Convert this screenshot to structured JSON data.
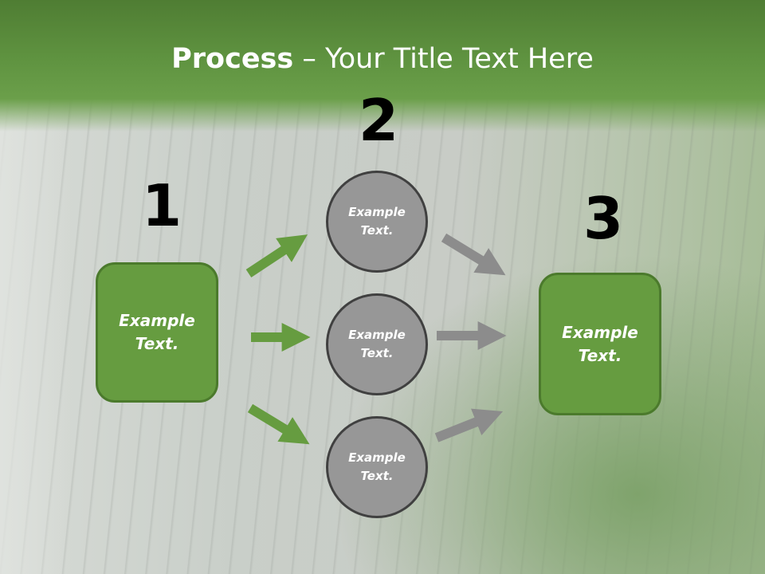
{
  "title": {
    "bold": "Process",
    "rest": " – Your Title Text Here"
  },
  "steps": [
    {
      "number": "1",
      "label": "Example Text."
    },
    {
      "number": "2",
      "items": [
        "Example Text.",
        "Example Text.",
        "Example Text."
      ]
    },
    {
      "number": "3",
      "label": "Example Text."
    }
  ],
  "colors": {
    "green": "#669c40",
    "gray": "#979797",
    "arrow_gray": "#8c8c8c"
  }
}
